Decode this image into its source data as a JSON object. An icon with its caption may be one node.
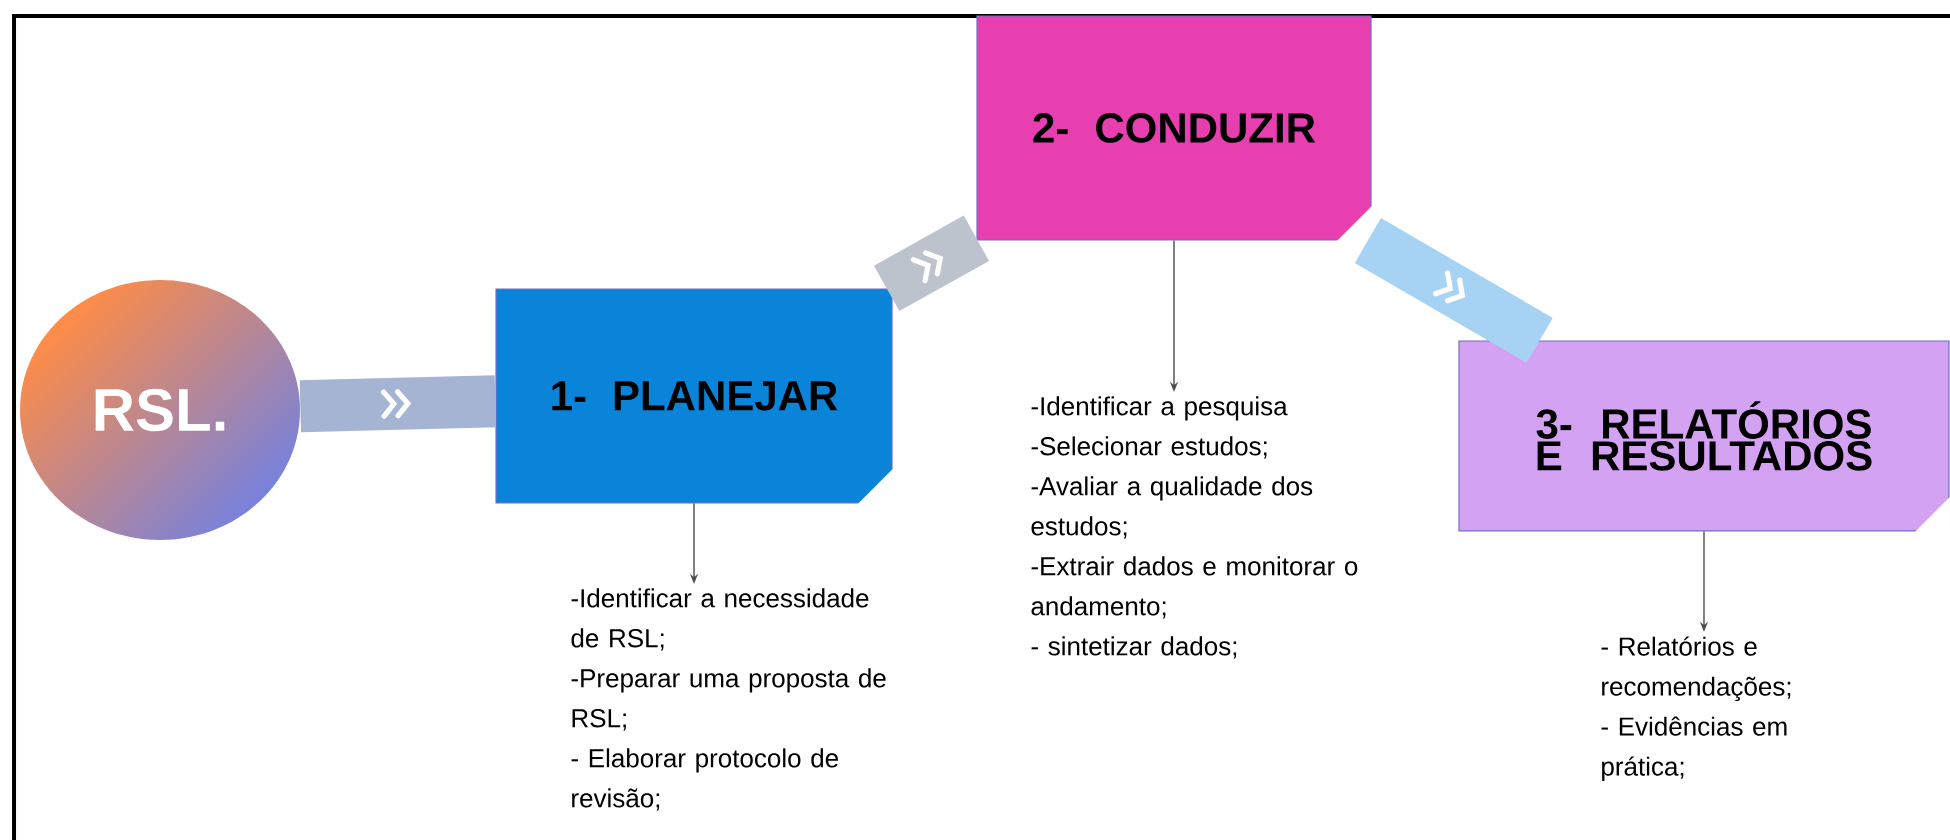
{
  "diagram": {
    "nodes": [
      {
        "text": [
          "RSL."
        ]
      },
      {
        "text": [
          "1- PLANEJAR"
        ]
      },
      {
        "text": [
          "2- CONDUZIR"
        ]
      },
      {
        "text": [
          "3- RELATÓRIOS E RESULTADOS"
        ]
      },
      {
        "text": [
          "-Identificar a necessidade de RSL;",
          "-Preparar uma proposta de RSL;",
          "- Elaborar protocolo de revisão;"
        ]
      },
      {
        "text": [
          "-Identificar a pesquisa",
          "-Selecionar estudos;",
          "-Avaliar a qualidade dos estudos;",
          "-Extrair dados e monitorar o andamento;",
          "- sintetizar dados;"
        ]
      },
      {
        "text": [
          "- Relatórios e recomendações;",
          "- Evidências em prática;"
        ]
      }
    ],
    "edges": [
      {
        "from": 0,
        "to": 1,
        "arrow": "to",
        "style": "thick",
        "color": "#a4b4d2"
      },
      {
        "from": 1,
        "to": 2,
        "arrow": "to",
        "style": "thick",
        "color": "#bcc3cd"
      },
      {
        "from": 2,
        "to": 3,
        "arrow": "to",
        "style": "thick",
        "color": "#a6d2f4"
      },
      {
        "from": 1,
        "to": 4,
        "arrow": "to"
      },
      {
        "from": 2,
        "to": 5,
        "arrow": "to"
      },
      {
        "from": 3,
        "to": 6,
        "arrow": "to"
      }
    ]
  }
}
